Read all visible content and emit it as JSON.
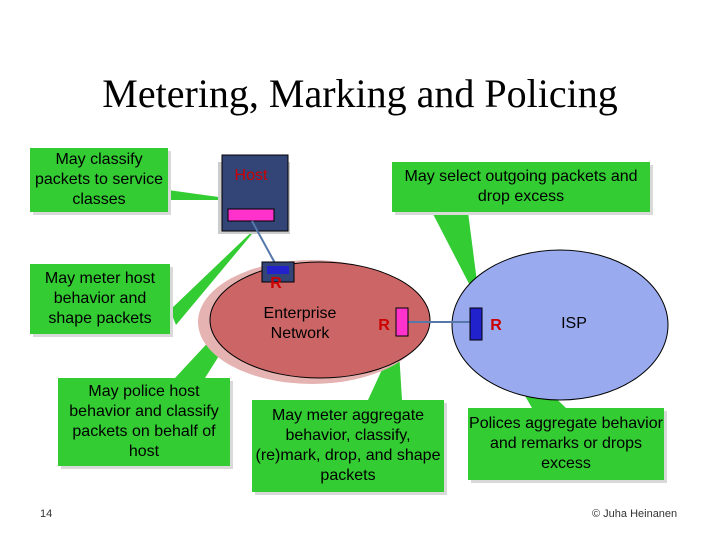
{
  "slide": {
    "title": "Metering, Marking and Policing",
    "page_number": "14",
    "copyright": "© Juha Heinanen"
  },
  "callouts": {
    "classify": "May classify packets to service classes",
    "meter_host": "May meter host behavior and shape packets",
    "police_host": "May police host behavior and classify packets on behalf of host",
    "select_outgoing": "May select outgoing packets and drop excess",
    "meter_aggregate": "May meter aggregate behavior, classify, (re)mark, drop, and shape packets",
    "police_aggregate": "Polices aggregate behavior and remarks or drops excess"
  },
  "diagram": {
    "host_label": "Host",
    "enterprise_label": "Enterprise Network",
    "isp_label": "ISP",
    "router_label": "R"
  },
  "colors": {
    "callout": "#33cc33",
    "enterprise": "#cc6666",
    "isp": "#99aaee",
    "host": "#334477",
    "router_accent": "#cc0000"
  }
}
